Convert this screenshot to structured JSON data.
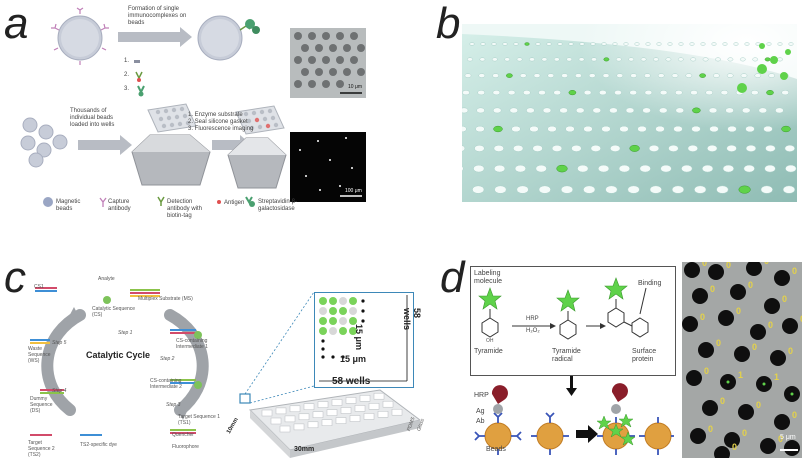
{
  "panels": {
    "a": {
      "letter": "a",
      "formation": "Formation of single immunocomplexes on beads",
      "step_nums": [
        "1.",
        "2.",
        "3."
      ],
      "load_text": "Thousands of individual beads loaded into wells",
      "steps": [
        "1. Enzyme substrate",
        "2. Seal silicone gasket",
        "3. Fluorescence imaging"
      ],
      "scale_top": "10 μm",
      "scale_bottom": "100 μm",
      "legend": [
        {
          "label": "Magnetic beads",
          "color": "#9aa6c4"
        },
        {
          "label": "Capture antibody",
          "color": "#c080b8"
        },
        {
          "label": "Detection antibody with biotin-tag",
          "color": "#6a9a40"
        },
        {
          "label": "Antigen",
          "color": "#e05050"
        },
        {
          "label": "Streptavidin-β-galactosidase",
          "color": "#4aa070"
        }
      ]
    },
    "b": {
      "letter": "b"
    },
    "c": {
      "letter": "c",
      "cycle_title": "Catalytic Cycle",
      "cycle_labels": {
        "cs1": "CS1",
        "analyte": "Analyte",
        "multiplex": "Multiplex Substrate (MS)",
        "catalytic": "Catalytic Sequence (CS)",
        "waste": "Waste Sequence (WS)",
        "cs_int1": "CS-containing Intermediate 1",
        "cs_int2": "CS-containing Intermediate 2",
        "dummy": "Dummy Sequence (DS)",
        "target2": "Target Sequence 2 (TS2)",
        "target1": "Target Sequence 1 (TS1)",
        "ts2_dye": "TS2-specific dye",
        "quencher": "Quencher",
        "fluorophore": "Fluorophore"
      },
      "steps": [
        "Step 1",
        "Step 2",
        "Step 3",
        "Step 4",
        "Step 5"
      ],
      "wells_v": "58 wells",
      "wells_h": "58 wells",
      "dim1": "15 μm",
      "dim2": "15 μm",
      "chip_w": "30mm",
      "chip_h": "10mm",
      "side1": "PDMS",
      "side2": "Glass"
    },
    "d": {
      "letter": "d",
      "labeling": "Labeling molecule",
      "hrp_arrow": "HRP",
      "h2o2": "H₂O₂",
      "tyramide": "Tyramide",
      "tyramide_radical": "Tyramide radical",
      "binding": "Binding",
      "surface": "Surface protein",
      "oh": "OH",
      "hrp": "HRP",
      "ag": "Ag",
      "ab": "Ab",
      "beads": "Beads",
      "scale": "5 μm",
      "counts": [
        "0",
        "0",
        "0",
        "0",
        "0",
        "0",
        "0",
        "0",
        "0",
        "0",
        "0",
        "0",
        "0",
        "0",
        "0",
        "1",
        "1",
        "1",
        "0",
        "0",
        "0",
        "0",
        "0",
        "0",
        "0",
        "0"
      ]
    }
  }
}
